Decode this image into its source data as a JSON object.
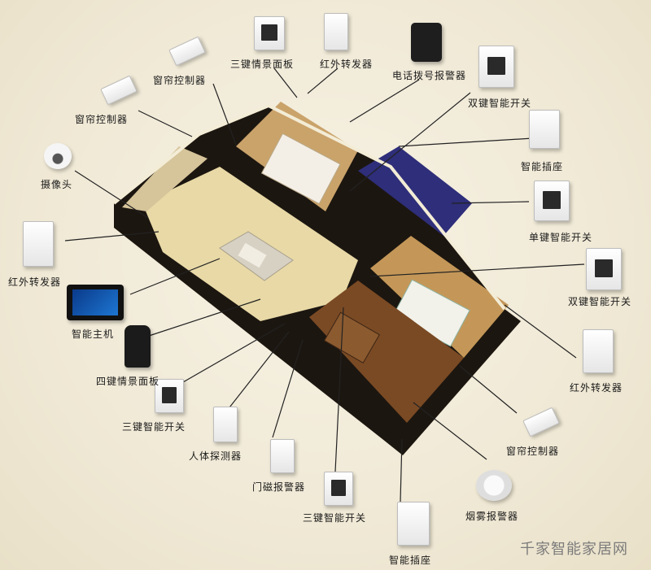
{
  "labels": {
    "three_key_scene_panel": "三键情景面板",
    "ir_relay_top": "红外转发器",
    "phone_alarm": "电话拨号报警器",
    "curtain_controller_1": "窗帘控制器",
    "curtain_controller_2": "窗帘控制器",
    "dual_switch_top": "双键智能开关",
    "smart_socket_top": "智能插座",
    "camera": "摄像头",
    "single_switch": "单键智能开关",
    "ir_relay_left": "红外转发器",
    "dual_switch_right": "双键智能开关",
    "smart_host": "智能主机",
    "four_key_scene_panel": "四键情景面板",
    "ir_relay_right": "红外转发器",
    "three_key_switch_left": "三键智能开关",
    "body_detector": "人体探测器",
    "curtain_controller_3": "窗帘控制器",
    "door_alarm": "门磁报警器",
    "three_key_switch_bottom": "三键智能开关",
    "smoke_alarm": "烟雾报警器",
    "smart_socket_bottom": "智能插座"
  },
  "watermark": "千家智能家居网",
  "colors": {
    "floor": "#e8d9a6",
    "wall": "#f3ecd6",
    "base": "#1c1610",
    "line": "#222222",
    "bath_tile": "#2e2e7a",
    "wood": "#6b3f1f"
  }
}
